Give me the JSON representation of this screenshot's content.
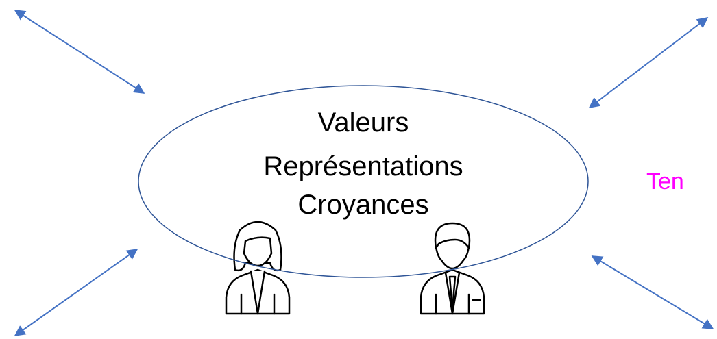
{
  "center_labels": [
    "Valeurs",
    "Représentations",
    "Croyances"
  ],
  "side_label": "Ten",
  "colors": {
    "arrow": "#4472c4",
    "ellipse": "#2f5597",
    "side_label": "#ff00ff",
    "text": "#000000"
  },
  "icons": [
    "woman-icon",
    "man-icon"
  ]
}
